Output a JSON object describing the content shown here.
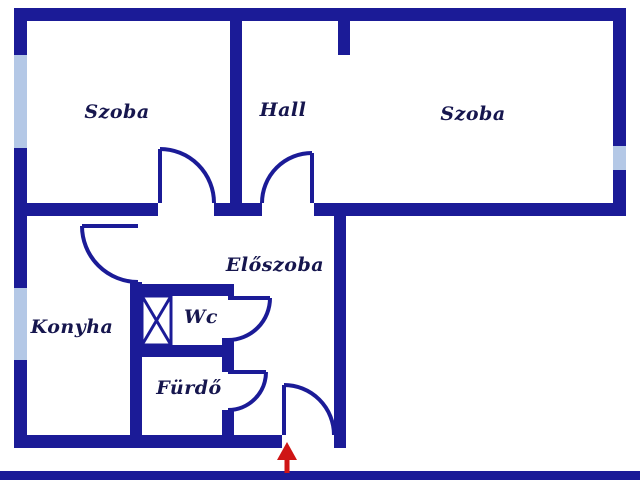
{
  "title": "Apartment floor plan",
  "colors": {
    "wall": "#1b1b97",
    "window": "#b4c8e6",
    "label": "#16164e",
    "arrow": "#cf1515",
    "background": "#ffffff"
  },
  "rooms": [
    {
      "name": "szoba-left",
      "label": "Szoba"
    },
    {
      "name": "hall",
      "label": "Hall"
    },
    {
      "name": "szoba-right",
      "label": "Szoba"
    },
    {
      "name": "eloszoba",
      "label": "Előszoba"
    },
    {
      "name": "konyha",
      "label": "Konyha"
    },
    {
      "name": "wc",
      "label": "Wc"
    },
    {
      "name": "furdo",
      "label": "Fürdő"
    }
  ],
  "icons": {
    "entrance_arrow": "up-arrow-icon"
  }
}
